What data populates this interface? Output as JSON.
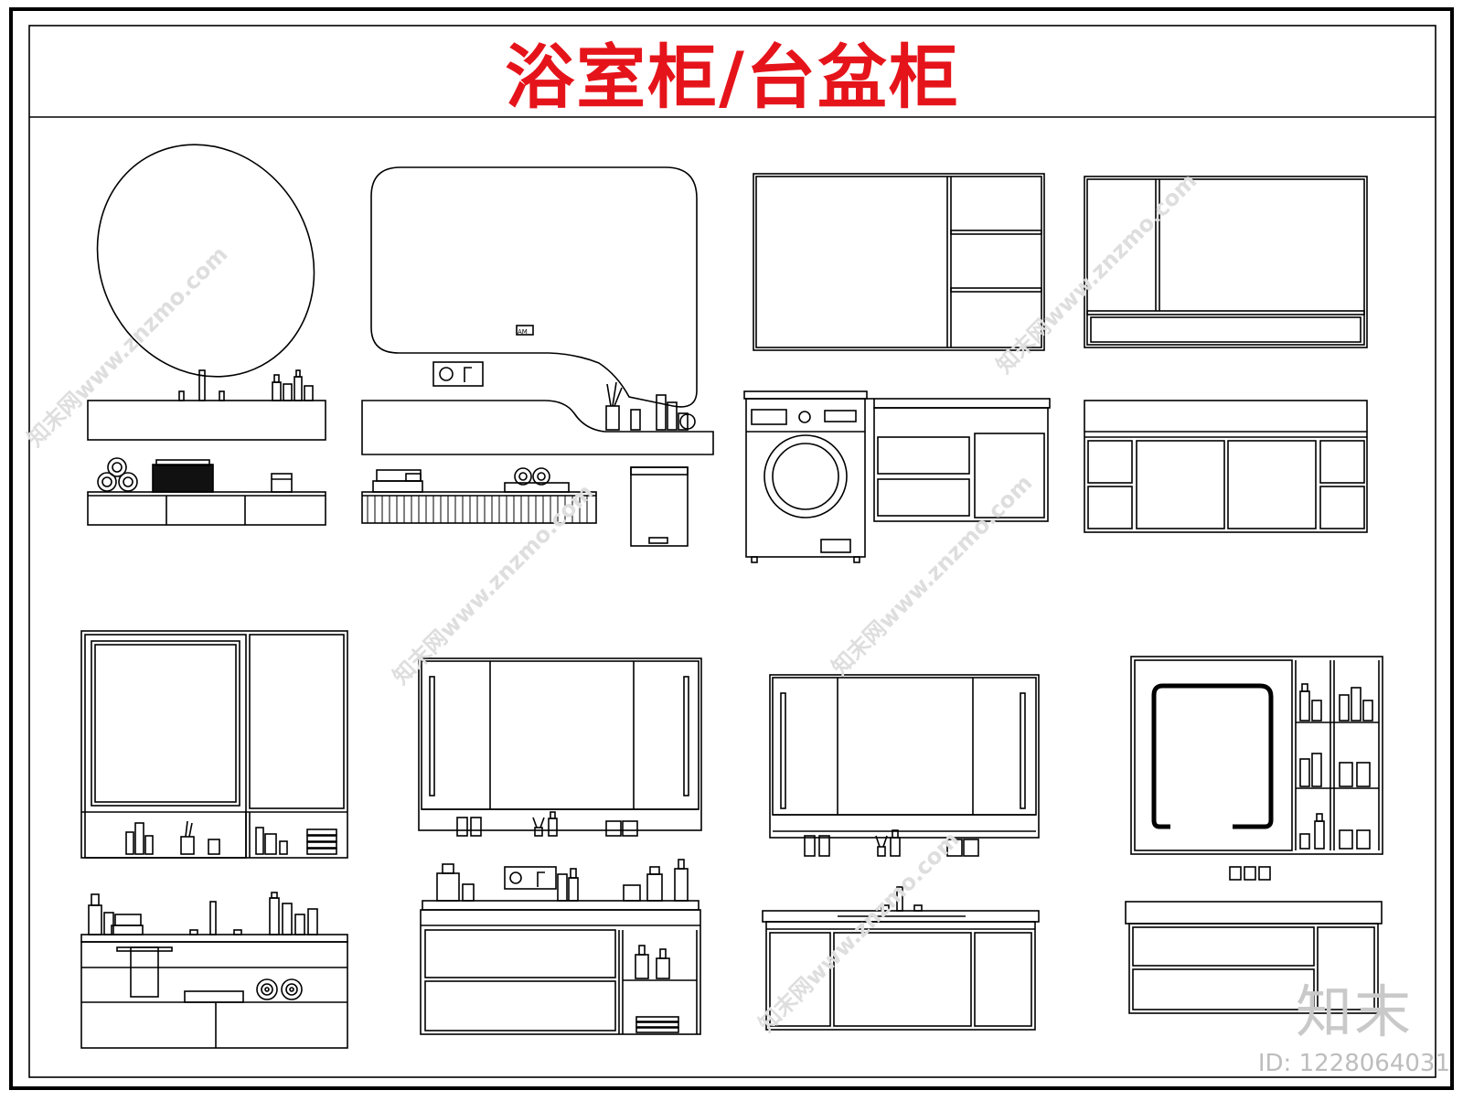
{
  "title": "浴室柜/台盆柜",
  "brand_mark": "知末",
  "image_id": "ID: 1228064031",
  "watermark": "知末网www.znzmo.com",
  "mirror_display_label": "AM",
  "colors": {
    "title": "#e5141b",
    "line": "#000000",
    "watermark": "#dedede"
  }
}
